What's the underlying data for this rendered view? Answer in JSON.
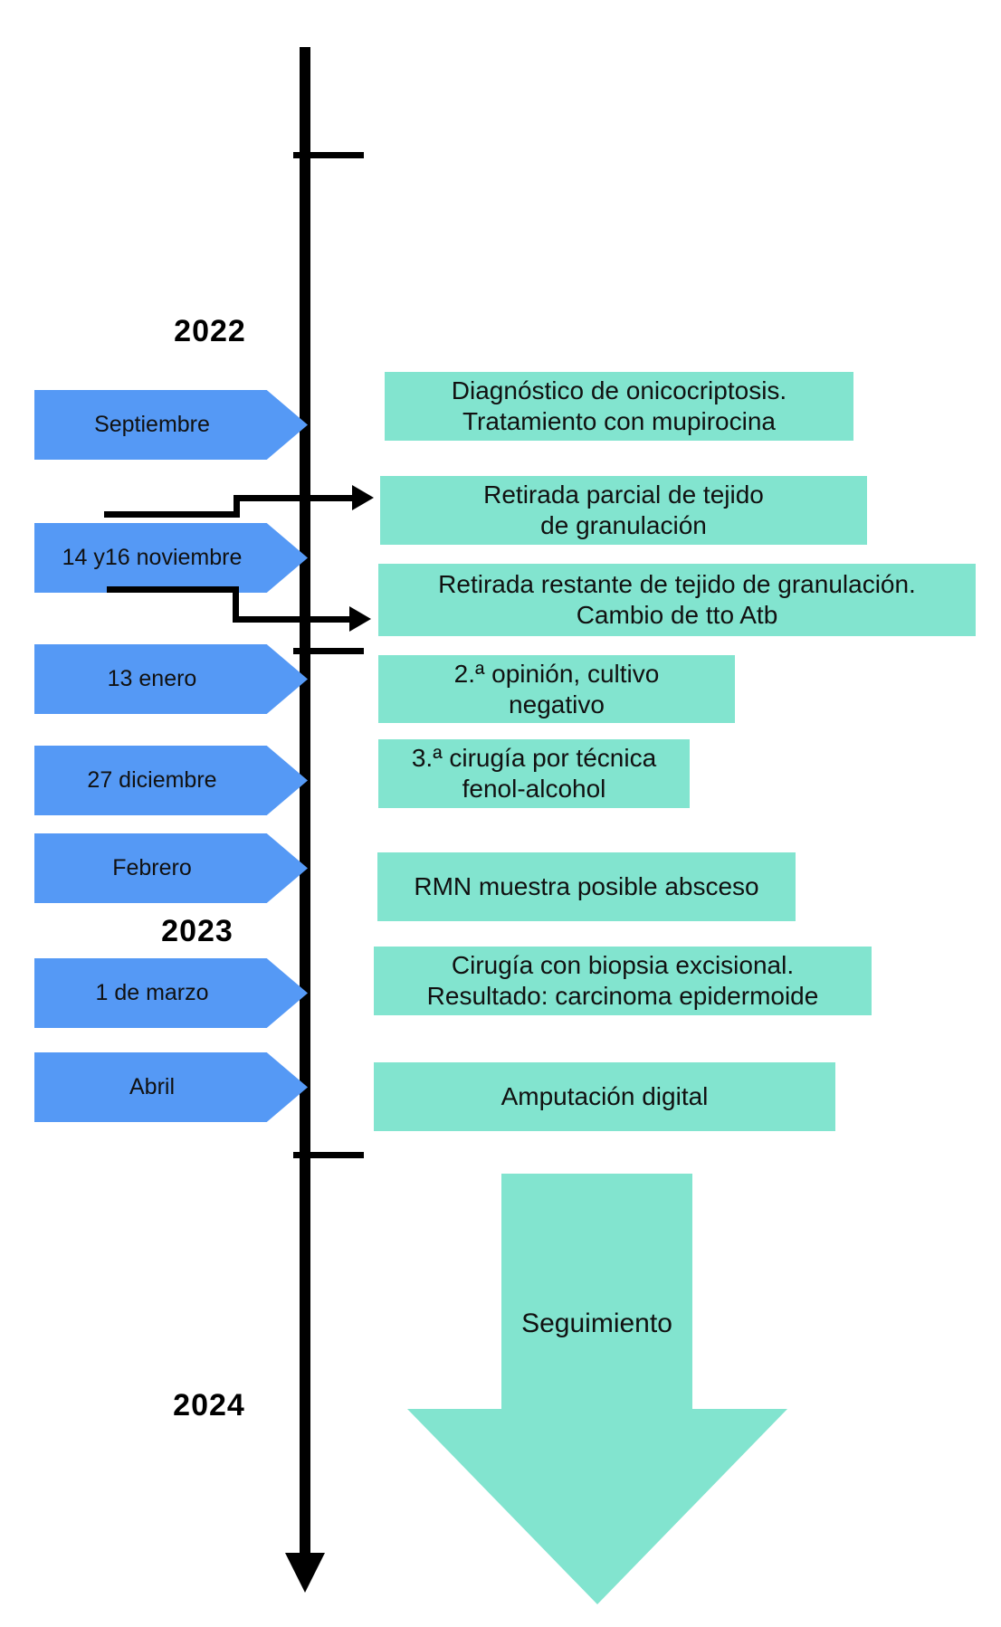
{
  "figure": {
    "type": "vertical-timeline-diagram",
    "background": "#ffffff",
    "colors": {
      "date_flag_blue": "#5599f5",
      "event_box_teal": "#82e4cf",
      "line_black": "#000000",
      "text_dark": "#111111"
    }
  },
  "years": [
    {
      "label": "2022"
    },
    {
      "label": "2023"
    },
    {
      "label": "2024"
    }
  ],
  "dates": [
    {
      "label": "Septiembre"
    },
    {
      "label": "14 y16 noviembre"
    },
    {
      "label": "13 enero"
    },
    {
      "label": "27 diciembre"
    },
    {
      "label": "Febrero"
    },
    {
      "label": "1 de marzo"
    },
    {
      "label": "Abril"
    }
  ],
  "events": [
    {
      "text": "Diagnóstico de onicocriptosis.\nTratamiento con mupirocina"
    },
    {
      "text": "Retirada parcial de tejido\nde granulación"
    },
    {
      "text": "Retirada restante de tejido de granulación.\nCambio de tto Atb"
    },
    {
      "text": "2.ª opinión, cultivo\nnegativo"
    },
    {
      "text": "3.ª cirugía por técnica\nfenol-alcohol"
    },
    {
      "text": "RMN muestra posible absceso"
    },
    {
      "text": "Cirugía con biopsia excisional.\nResultado: carcinoma epidermoide"
    },
    {
      "text": "Amputación digital"
    }
  ],
  "followup": {
    "label": "Seguimiento"
  }
}
